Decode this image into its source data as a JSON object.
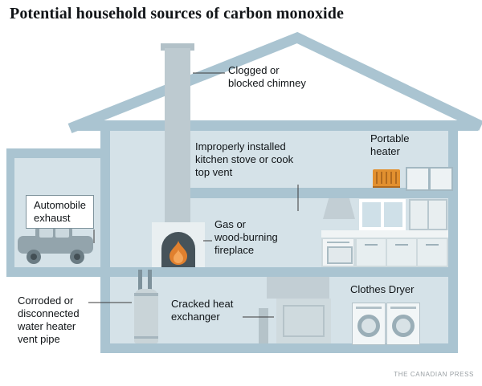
{
  "title": "Potential household sources of carbon monoxide",
  "credit": "THE CANADIAN PRESS",
  "callouts": {
    "chimney": "Clogged or\nblocked chimney",
    "stove_vent": "Improperly installed\nkitchen stove or cook\ntop vent",
    "portable_heater": "Portable\nheater",
    "automobile": "Automobile\nexhaust",
    "fireplace": "Gas or\nwood-burning\nfireplace",
    "water_heater": "Corroded or\ndisconnected\nwater heater\nvent pipe",
    "heat_exchanger": "Cracked heat\nexchanger",
    "clothes_dryer": "Clothes Dryer"
  },
  "icons": {
    "car": "car-icon",
    "flame": "flame-icon",
    "portable_heater": "portable-heater-icon",
    "washer_dryer": "washer-dryer-icon",
    "water_heater": "water-heater-icon",
    "furnace": "furnace-icon",
    "range_hood": "range-hood-icon"
  },
  "colors": {
    "wall": "#aac4d1",
    "interior": "#d5e2e8",
    "chimney_gray": "#bdcad0",
    "appliance_gray": "#c9d4d8",
    "flame_orange": "#e0802e",
    "heater_orange": "#e2902f",
    "dark_opening": "#46535a",
    "text": "#101417",
    "leader_line": "#3a3a3a",
    "credit_gray": "#9aa0a4"
  }
}
